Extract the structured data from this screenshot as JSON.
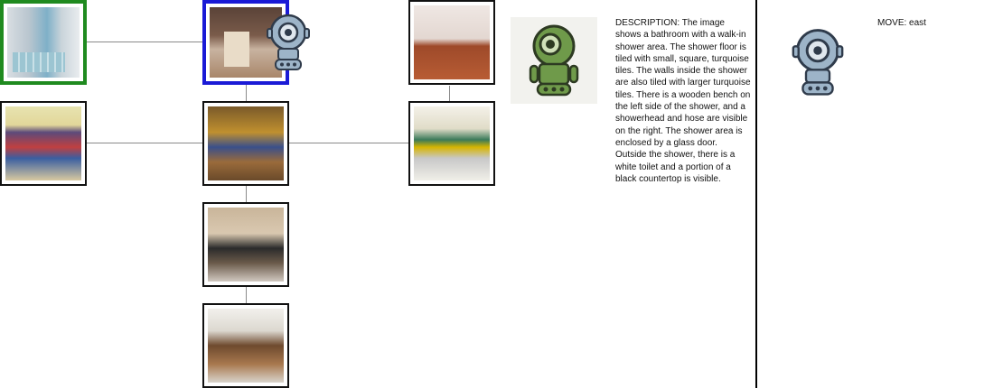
{
  "panel": {
    "description": "DESCRIPTION: The image shows a bathroom with a walk-in shower area. The shower floor is tiled with small, square, turquoise tiles. The walls inside the shower are also tiled with larger turquoise tiles. There is a wooden bench on the left side of the shower, and a showerhead and hose are visible on the right. The shower area is enclosed by a glass door. Outside the shower, there is a white toilet and a portion of a black countertop is visible.",
    "move": "MOVE: east"
  },
  "graph": {
    "nodes": [
      {
        "id": "shower",
        "scene": "bathroom-shower",
        "highlight": "green"
      },
      {
        "id": "hall",
        "scene": "room-with-partition",
        "highlight": "blue",
        "agent_here": true
      },
      {
        "id": "attic",
        "scene": "attic-room"
      },
      {
        "id": "coats",
        "scene": "cloakroom-with-children"
      },
      {
        "id": "lobby",
        "scene": "lounge"
      },
      {
        "id": "corridor",
        "scene": "corridor"
      },
      {
        "id": "office",
        "scene": "computer-room"
      },
      {
        "id": "reception",
        "scene": "reception-desk"
      }
    ]
  },
  "colors": {
    "highlight_green": "#1f8a1f",
    "highlight_blue": "#1a1ad6",
    "robot_blue": "#9db4c8",
    "robot_green": "#6f9a4a"
  },
  "icons": [
    "robot-icon",
    "robot-green-icon"
  ]
}
